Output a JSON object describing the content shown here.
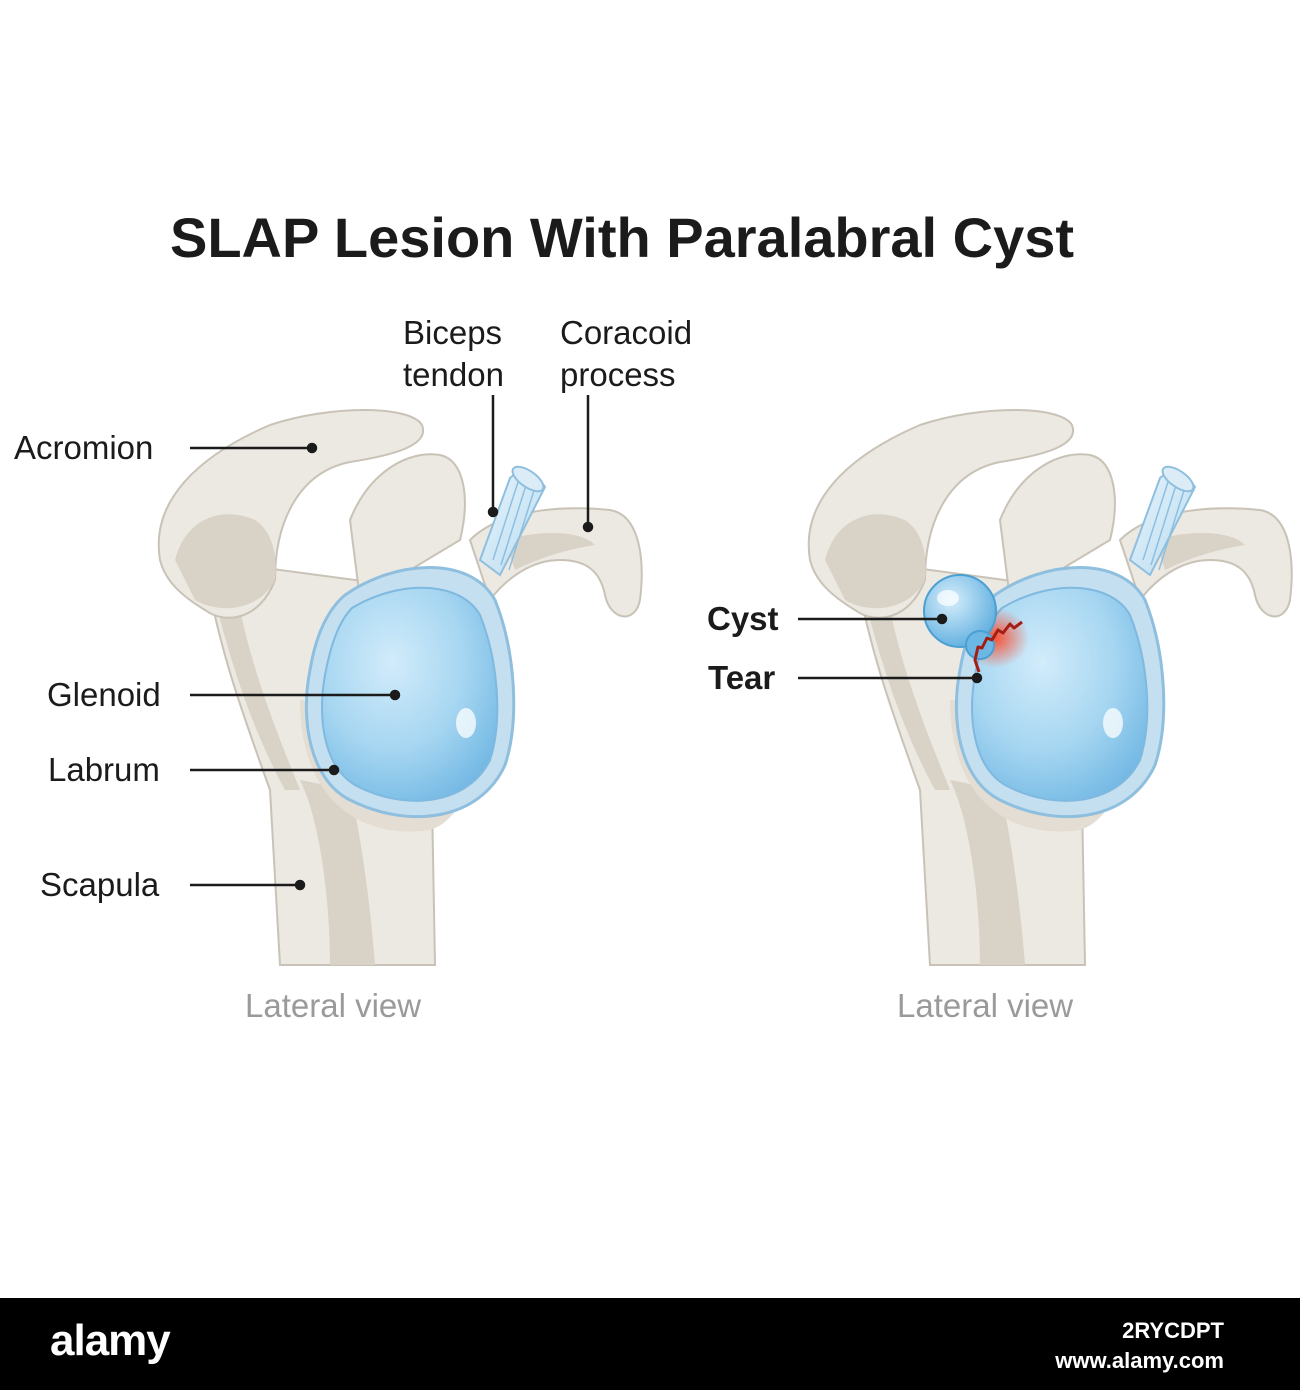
{
  "title": "SLAP Lesion With Paralabral Cyst",
  "left_view": {
    "labels": {
      "biceps_tendon": [
        "Biceps",
        "tendon"
      ],
      "coracoid_process": [
        "Coracoid",
        "process"
      ],
      "acromion": "Acromion",
      "glenoid": "Glenoid",
      "labrum": "Labrum",
      "scapula": "Scapula"
    },
    "caption": "Lateral view"
  },
  "right_view": {
    "labels": {
      "cyst": "Cyst",
      "tear": "Tear"
    },
    "caption": "Lateral view"
  },
  "footer": {
    "logo": "alamy",
    "image_id": "2RYCDPT",
    "url": "www.alamy.com"
  },
  "colors": {
    "bone": "#ece8e2",
    "bone_shadow": "#d9d2c6",
    "glenoid": "#9fd2ef",
    "labrum": "#c4dff0",
    "tear": "#e2452b",
    "footer": "#000000"
  }
}
